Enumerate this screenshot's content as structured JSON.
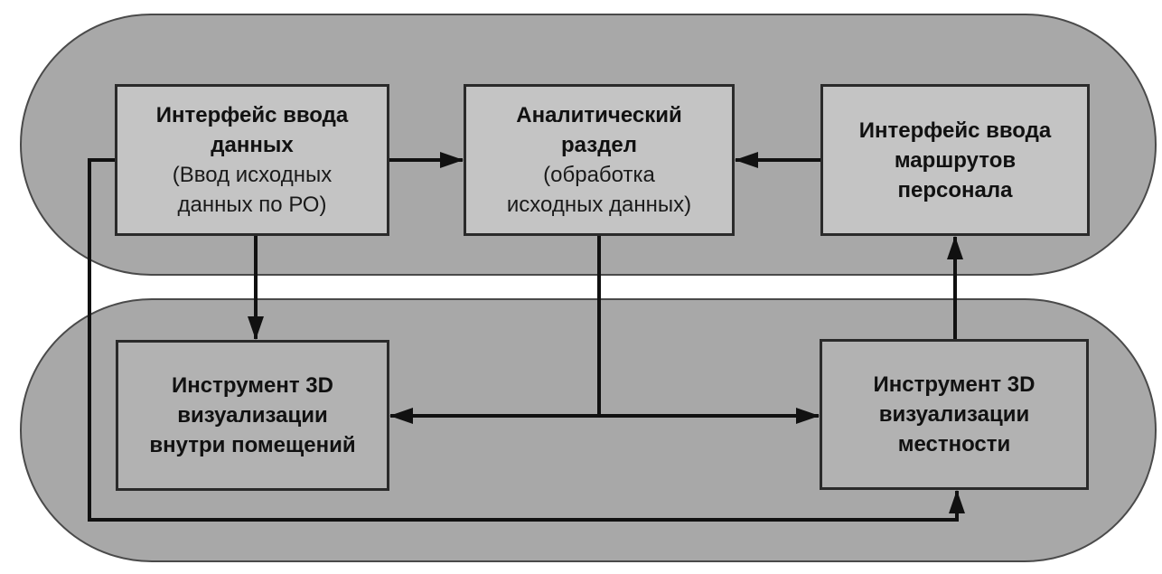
{
  "diagram": {
    "groups": [
      {
        "id": "top-band",
        "label": ""
      },
      {
        "id": "bottom-band",
        "label": ""
      }
    ],
    "nodes": {
      "data_input": {
        "title_lines": [
          "Интерфейс ввода",
          "данных"
        ],
        "subtitle_lines": [
          "(Ввод исходных",
          "данных по РО)"
        ]
      },
      "analytics": {
        "title_lines": [
          "Аналитический",
          "раздел"
        ],
        "subtitle_lines": [
          "(обработка",
          "исходных данных)"
        ]
      },
      "routes": {
        "title_lines": [
          "Интерфейс ввода",
          "маршрутов",
          "персонала"
        ]
      },
      "viz_indoor": {
        "title_lines": [
          "Инструмент 3D",
          "визуализации",
          "внутри помещений"
        ]
      },
      "viz_terrain": {
        "title_lines": [
          "Инструмент 3D",
          "визуализации",
          "местности"
        ]
      }
    },
    "edges": [
      {
        "from": "data_input",
        "to": "analytics"
      },
      {
        "from": "routes",
        "to": "analytics"
      },
      {
        "from": "data_input",
        "to": "viz_indoor"
      },
      {
        "from": "analytics",
        "to": "viz_indoor"
      },
      {
        "from": "analytics",
        "to": "viz_terrain"
      },
      {
        "from": "viz_terrain",
        "to": "routes"
      },
      {
        "from": "data_input",
        "to": "viz_terrain"
      }
    ]
  }
}
